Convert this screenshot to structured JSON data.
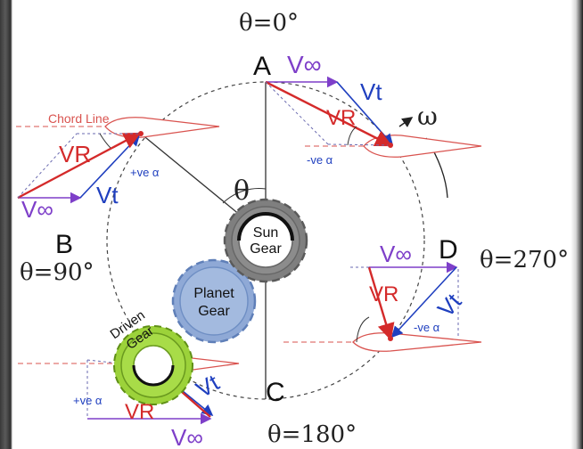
{
  "colors": {
    "chord": "#d9534f",
    "velocity_inf": "#7e3fc9",
    "velocity_t": "#1f3fbf",
    "velocity_r": "#d42a2a",
    "orbit": "#444444",
    "sun_gear": "#7f7f7f",
    "planet_gear": "#8fa9d6",
    "driven_gear": "#9cd23a"
  },
  "labels": {
    "theta_0": "θ=0°",
    "theta_90": "θ=90°",
    "theta_180": "θ=180°",
    "theta_270": "θ=270°",
    "theta": "θ",
    "omega": "ω",
    "A": "A",
    "B": "B",
    "C": "C",
    "D": "D",
    "chord_line": "Chord Line",
    "v_inf": "V∞",
    "v_t": "Vt",
    "v_r": "VR",
    "pos_alpha": "+ve α",
    "neg_alpha": "-ve α",
    "sun_gear": "Sun Gear",
    "planet_gear": "Planet Gear",
    "driven_gear": "Driven Gear"
  }
}
